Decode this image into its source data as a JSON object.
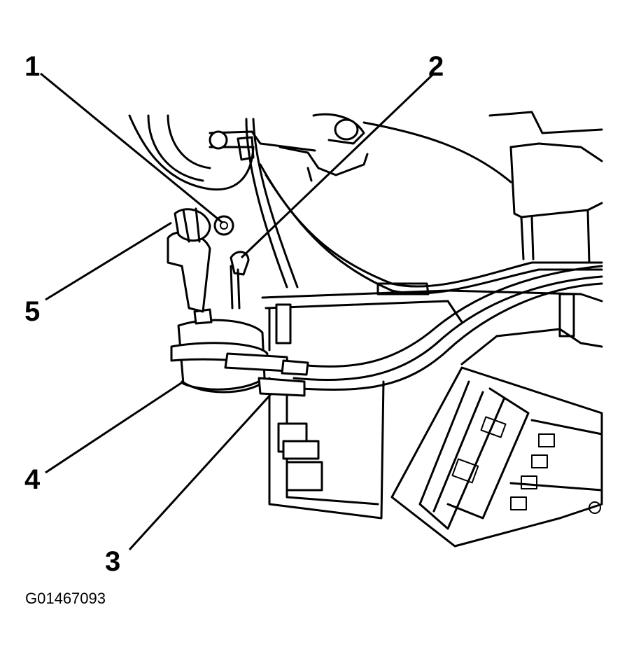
{
  "callouts": {
    "c1": "1",
    "c2": "2",
    "c3": "3",
    "c4": "4",
    "c5": "5"
  },
  "figure_code": "G01467093"
}
